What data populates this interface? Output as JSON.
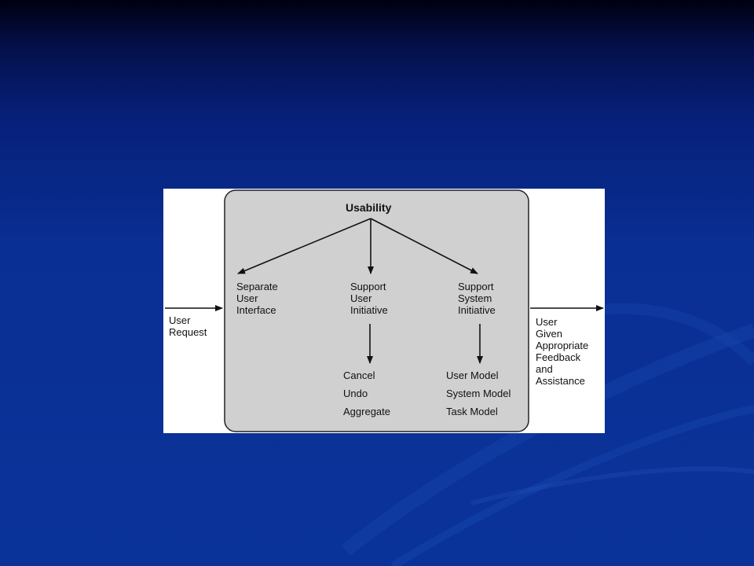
{
  "diagram": {
    "title": "Usability",
    "input_label": [
      "User",
      "Request"
    ],
    "branches": [
      {
        "label": [
          "Separate",
          "User",
          "Interface"
        ],
        "items": []
      },
      {
        "label": [
          "Support",
          "User",
          "Initiative"
        ],
        "items": [
          "Cancel",
          "Undo",
          "Aggregate"
        ]
      },
      {
        "label": [
          "Support",
          "System",
          "Initiative"
        ],
        "items": [
          "User Model",
          "System Model",
          "Task Model"
        ]
      }
    ],
    "output_label": [
      "User",
      "Given",
      "Appropriate",
      "Feedback",
      "and",
      "Assistance"
    ]
  },
  "colors": {
    "box_fill": "#d0d0d0",
    "figure_background": "#ffffff",
    "slide_background": "#0a3399"
  }
}
